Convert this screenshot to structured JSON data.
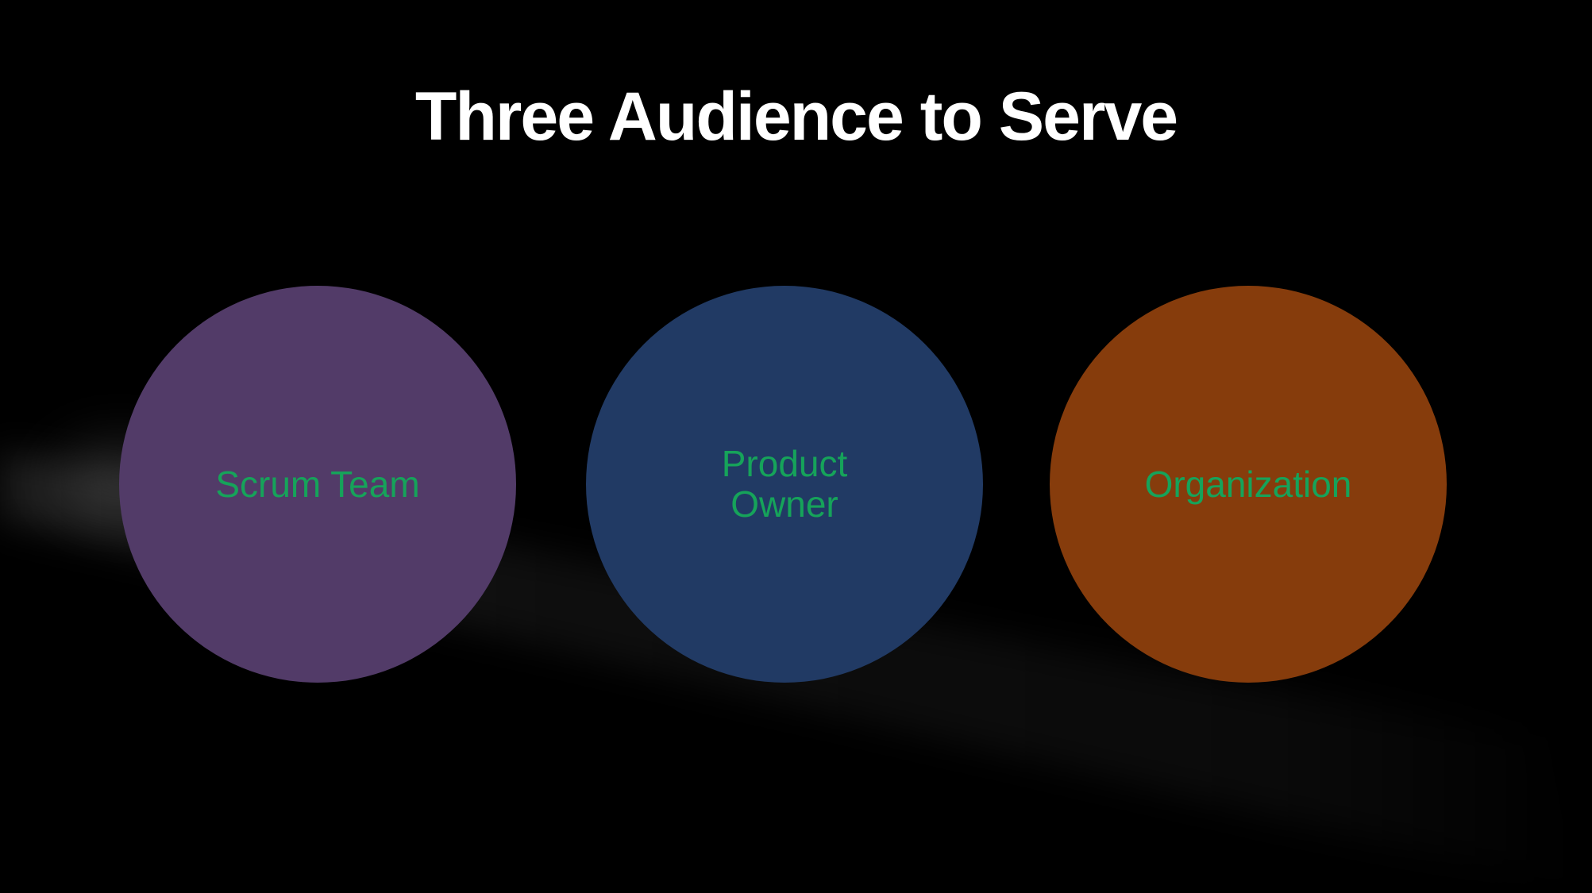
{
  "slide": {
    "title": "Three Audience to Serve"
  },
  "theme": {
    "background_color": "#000000",
    "title_color": "#ffffff",
    "label_color": "#16a35a"
  },
  "circles": [
    {
      "label": "Scrum Team",
      "color": "#523b68"
    },
    {
      "label": "Product Owner",
      "color": "#213a64"
    },
    {
      "label": "Organization",
      "color": "#863c0c"
    }
  ]
}
